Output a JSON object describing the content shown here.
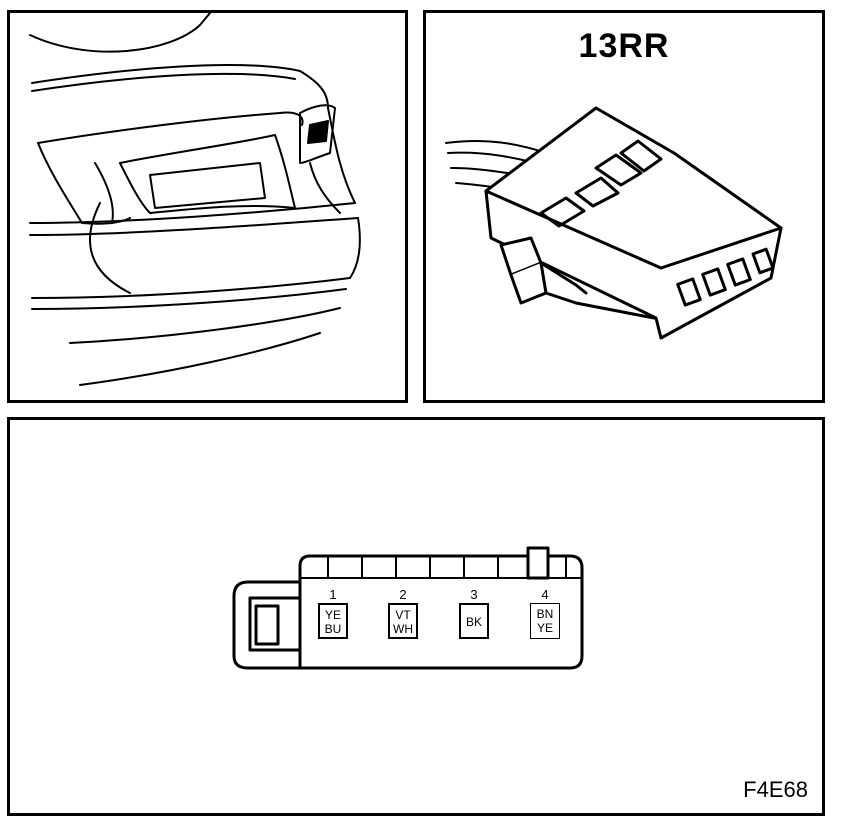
{
  "panels": {
    "connector_label": "13RR",
    "figure_code": "F4E68"
  },
  "pins": [
    {
      "number": "1",
      "colors": [
        "YE",
        "BU"
      ]
    },
    {
      "number": "2",
      "colors": [
        "VT",
        "WH"
      ]
    },
    {
      "number": "3",
      "colors": [
        "BK"
      ]
    },
    {
      "number": "4",
      "colors": [
        "BN",
        "YE"
      ]
    }
  ]
}
